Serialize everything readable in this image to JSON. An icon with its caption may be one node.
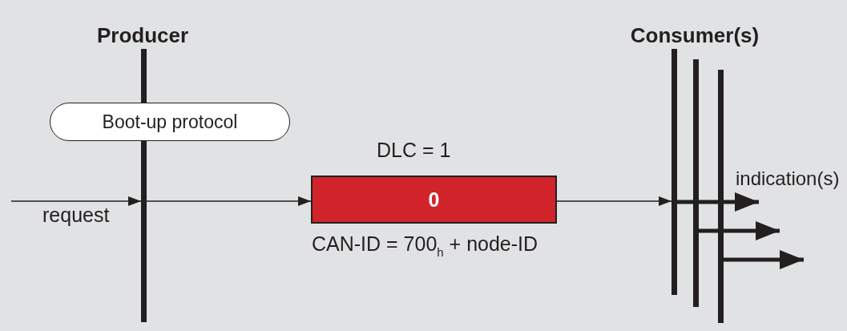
{
  "diagram": {
    "nodes": [
      {
        "text": [
          "Producer"
        ]
      },
      {
        "text": [
          "Boot-up protocol"
        ]
      },
      {
        "text": [
          "0"
        ],
        "beside": [
          "DLC = 1",
          "CAN-ID = 700$_{h}$ + node-ID"
        ]
      },
      {
        "text": [
          "Consumer(s)"
        ]
      },
      {
        "text": [],
        "shape": "bar"
      },
      {
        "text": [],
        "shape": "bar"
      }
    ],
    "edges": [
      {
        "from": null,
        "to": 0,
        "arrow": "to",
        "label": "request"
      },
      {
        "from": 0,
        "to": 2,
        "arrow": "to"
      },
      {
        "from": 2,
        "to": 3,
        "arrow": "to"
      },
      {
        "from": 3,
        "to": null,
        "arrow": "to",
        "label": "indication(s)",
        "style": "thick"
      },
      {
        "from": 4,
        "to": null,
        "arrow": "to",
        "style": "thick"
      },
      {
        "from": 5,
        "to": null,
        "arrow": "to",
        "style": "thick"
      }
    ]
  }
}
